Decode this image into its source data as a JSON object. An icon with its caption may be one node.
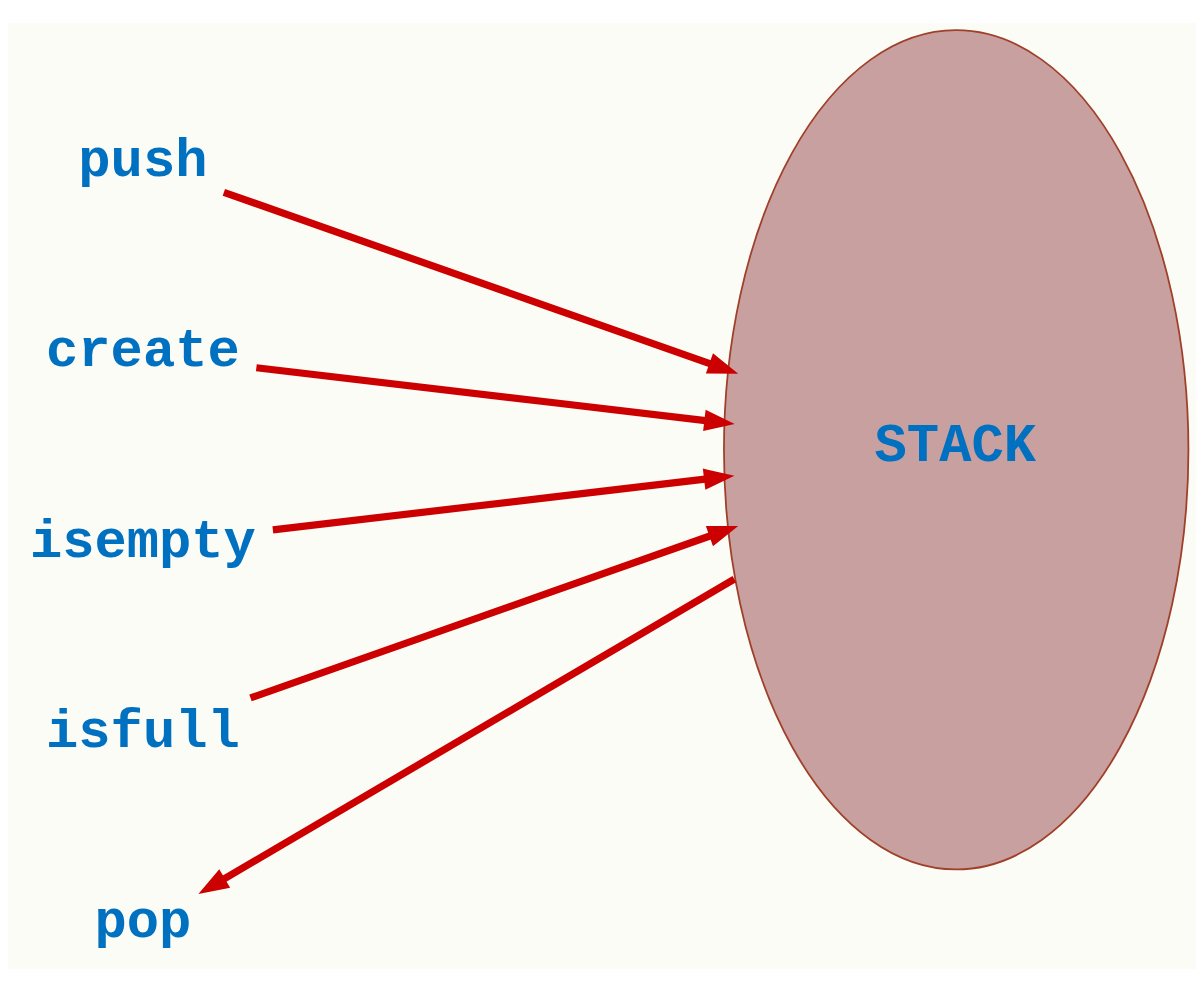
{
  "diagram": {
    "nodes": [
      {
        "text": [
          "push"
        ]
      },
      {
        "text": [
          "pop"
        ]
      },
      {
        "text": [
          "create"
        ]
      },
      {
        "text": [
          "isempty"
        ]
      },
      {
        "text": [
          "isfull"
        ]
      },
      {
        "text": [
          "STACK"
        ]
      }
    ],
    "edges": [
      {
        "from": 0,
        "to": 5,
        "arrow": "to"
      },
      {
        "from": 5,
        "to": 1,
        "arrow": "to"
      },
      {
        "from": 2,
        "to": 5,
        "arrow": "to"
      },
      {
        "from": 3,
        "to": 5,
        "arrow": "to"
      },
      {
        "from": 4,
        "to": 5,
        "arrow": "to"
      }
    ]
  }
}
